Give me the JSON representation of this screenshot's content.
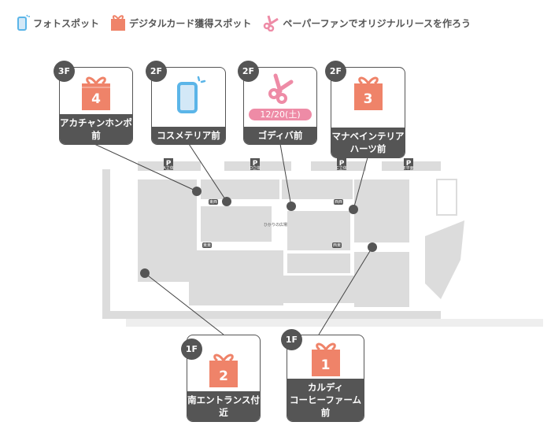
{
  "legend": [
    {
      "icon": "phone-icon",
      "label": "フォトスポット"
    },
    {
      "icon": "gift-icon",
      "label": "デジタルカード獲得スポット"
    },
    {
      "icon": "scissors-icon",
      "label": "ペーパーファンでオリジナルリースを作ろう"
    }
  ],
  "spots": [
    {
      "floor": "3F",
      "type": "gift",
      "number": "4",
      "label": "アカチャンホンポ前"
    },
    {
      "floor": "2F",
      "type": "photo",
      "label": "コスメテリア前"
    },
    {
      "floor": "2F",
      "type": "scissors",
      "date": "12/20(土)",
      "label": "ゴディバ前"
    },
    {
      "floor": "2F",
      "type": "gift",
      "number": "3",
      "label_line1": "マナベインテリア",
      "label_line2": "ハーツ前"
    },
    {
      "floor": "1F",
      "type": "gift",
      "number": "2",
      "label": "南エントランス付近"
    },
    {
      "floor": "1F",
      "type": "gift",
      "number": "1",
      "label_line1": "カルディ",
      "label_line2": "コーヒーファーム前"
    }
  ],
  "map": {
    "parking": [
      "A立体",
      "D立体",
      "C立体",
      "E平面"
    ],
    "plaza": "ひかりの広場",
    "zones": [
      "東西",
      "東東",
      "西西",
      "西東"
    ]
  },
  "colors": {
    "gift": "#ef8369",
    "photo": "#5bb5e8",
    "scissors": "#ee8ba6",
    "dark": "#555555",
    "map": "#d9d9d9"
  }
}
